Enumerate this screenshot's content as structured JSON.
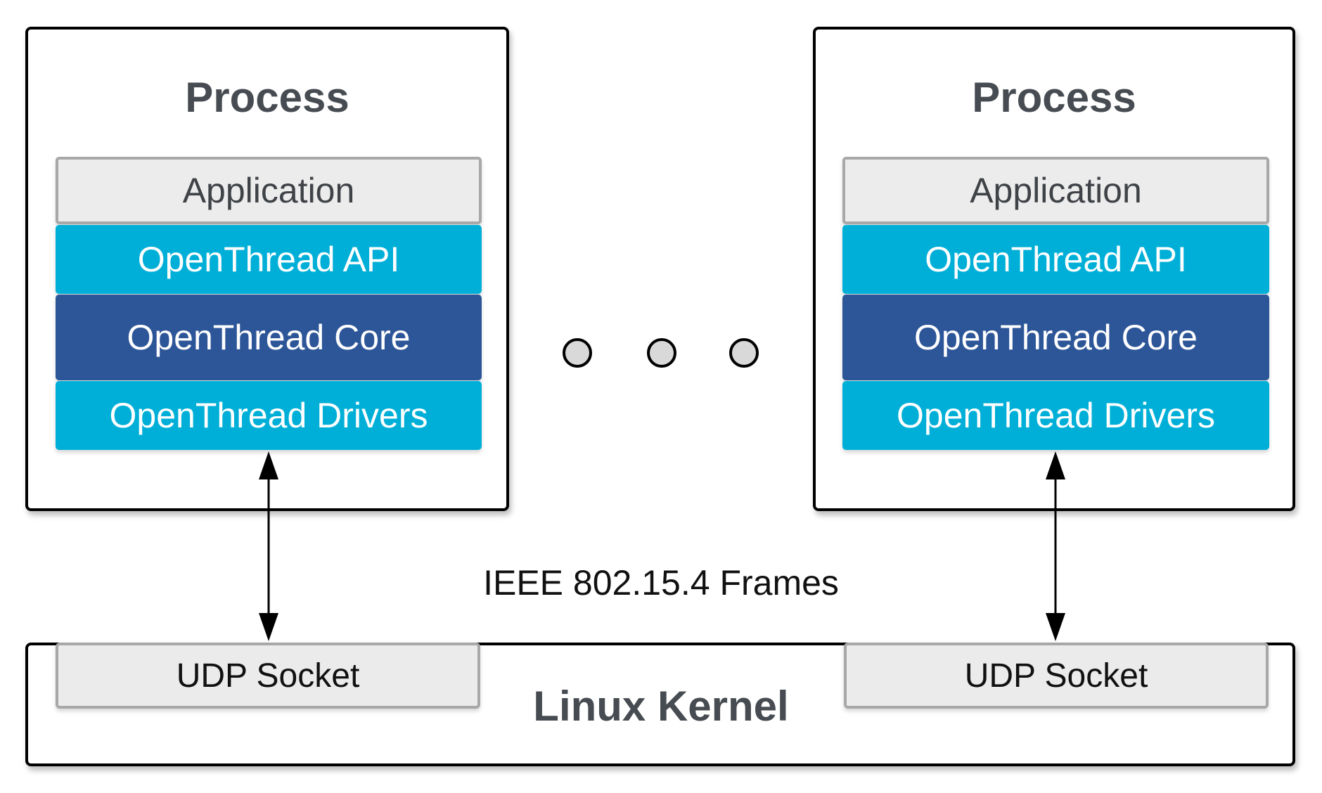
{
  "processes": [
    {
      "title": "Process",
      "layers": {
        "application": "Application",
        "api": "OpenThread API",
        "core": "OpenThread Core",
        "drivers": "OpenThread Drivers"
      },
      "socket": "UDP Socket"
    },
    {
      "title": "Process",
      "layers": {
        "application": "Application",
        "api": "OpenThread API",
        "core": "OpenThread Core",
        "drivers": "OpenThread Drivers"
      },
      "socket": "UDP Socket"
    }
  ],
  "frames_label": "IEEE 802.15.4 Frames",
  "kernel_label": "Linux Kernel",
  "colors": {
    "api": "#00afd7",
    "core": "#2d5698",
    "application": "#ececec",
    "text": "#474c52"
  }
}
